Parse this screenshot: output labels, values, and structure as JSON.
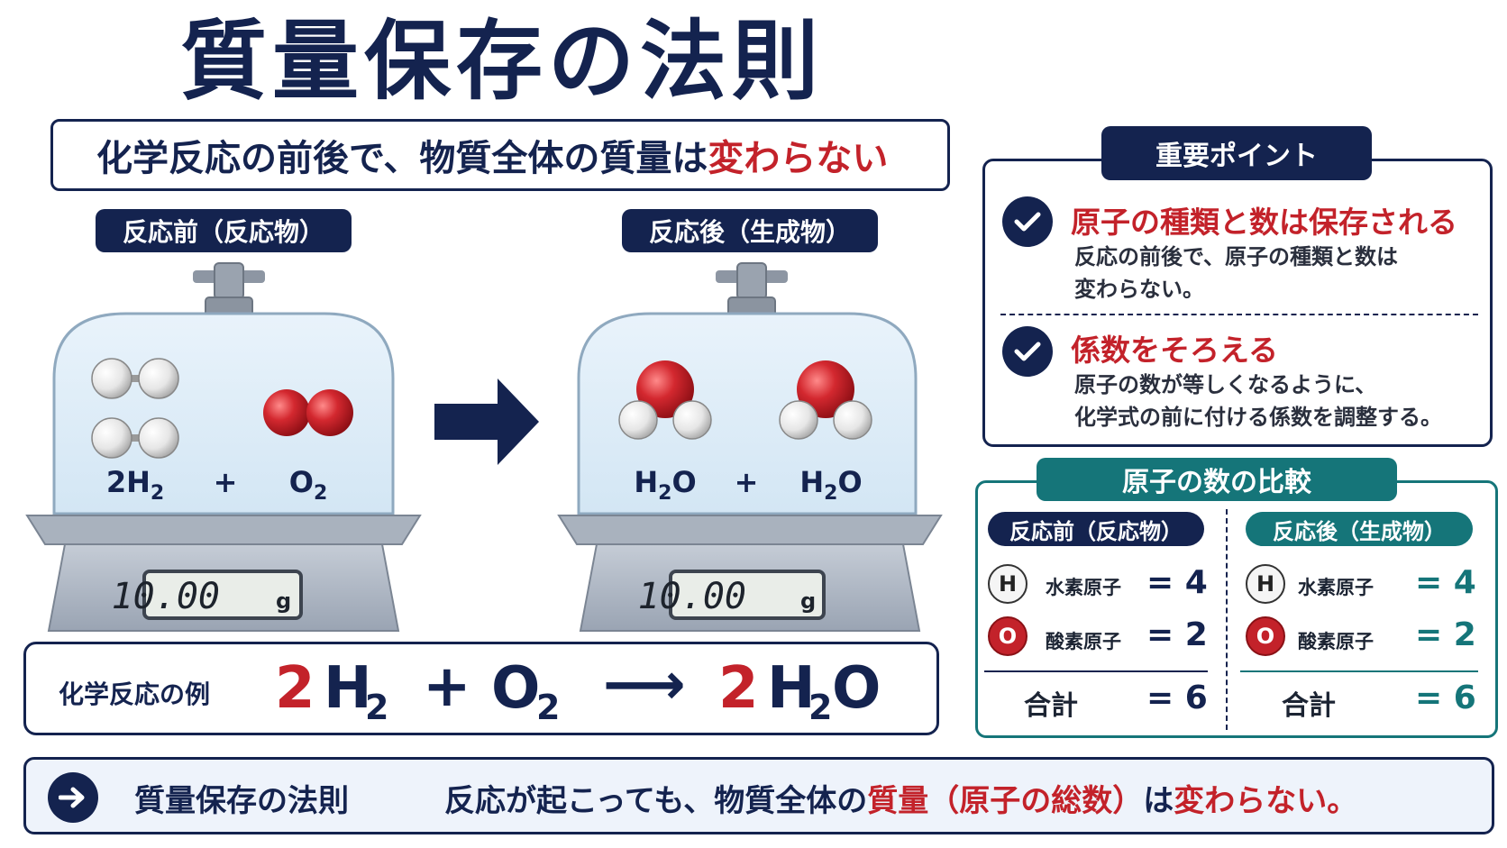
{
  "title": "質量保存の法則",
  "subtitle": {
    "prefix": "化学反応の前後で、物質全体の質量は",
    "highlight": "変わらない"
  },
  "before": {
    "label": "反応前（反応物）",
    "formula_left": "2H",
    "formula_left_sub": "2",
    "plus": "+",
    "formula_right": "O",
    "formula_right_sub": "2",
    "reading": "10.00",
    "unit": "g"
  },
  "after": {
    "label": "反応後（生成物）",
    "left_h": "H",
    "left_sub": "2",
    "left_o": "O",
    "plus": "+",
    "right_h": "H",
    "right_sub": "2",
    "right_o": "O",
    "reading": "10.00",
    "unit": "g"
  },
  "reaction_example": {
    "caption": "化学反応の例",
    "coef1": "2",
    "h": "H",
    "h_sub": "2",
    "plus": "+",
    "o": "O",
    "o_sub": "2",
    "arrow": "⟶",
    "coef2": "2",
    "h2": "H",
    "h2_sub": "2",
    "o2": "O"
  },
  "points": {
    "tab": "重要ポイント",
    "items": [
      {
        "heading": "原子の種類と数は保存される",
        "line1": "反応の前後で、原子の種類と数は",
        "line2": "変わらない。"
      },
      {
        "heading": "係数をそろえる",
        "line1": "原子の数が等しくなるように、",
        "line2": "化学式の前に付ける係数を調整する。"
      }
    ]
  },
  "comparison": {
    "tab": "原子の数の比較",
    "before": {
      "label": "反応前（反応物）",
      "rows": [
        {
          "symbol": "H",
          "name": "水素原子",
          "value": "= 4"
        },
        {
          "symbol": "O",
          "name": "酸素原子",
          "value": "= 2"
        }
      ],
      "total_label": "合計",
      "total_value": "= 6"
    },
    "after": {
      "label": "反応後（生成物）",
      "rows": [
        {
          "symbol": "H",
          "name": "水素原子",
          "value": "= 4"
        },
        {
          "symbol": "O",
          "name": "酸素原子",
          "value": "= 2"
        }
      ],
      "total_label": "合計",
      "total_value": "= 6"
    }
  },
  "bottom": {
    "title": "質量保存の法則",
    "text_a": "反応が起こっても、物質全体の",
    "text_b": "質量（原子の総数）",
    "text_c": "は",
    "text_d": "変わらない。"
  },
  "colors": {
    "navy": "#14234f",
    "red": "#c3222a",
    "teal": "#157579"
  },
  "icons": [
    "check-icon",
    "arrow-right-icon",
    "reaction-arrow-icon",
    "hydrogen-molecule-icon",
    "oxygen-molecule-icon",
    "water-molecule-icon"
  ]
}
